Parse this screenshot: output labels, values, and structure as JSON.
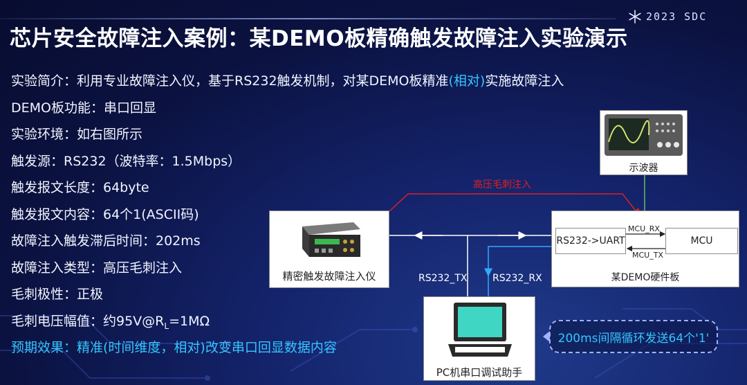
{
  "brand": {
    "text": "2023 SDC"
  },
  "title": "芯片安全故障注入案例：某DEMO板精确触发故障注入实验演示",
  "info": [
    {
      "pre": "实验简介：利用专业故障注入仪，基于RS232触发机制，对某DEMO板精准",
      "hl": "(相对)",
      "post": "实施故障注入"
    },
    {
      "text": "DEMO板功能：串口回显"
    },
    {
      "text": "实验环境：如右图所示"
    },
    {
      "text": "触发源：RS232（波特率：1.5Mbps）"
    },
    {
      "text": "触发报文长度：64byte"
    },
    {
      "text": "触发报文内容：64个1(ASCII码)"
    },
    {
      "text": "故障注入触发滞后时间：202ms"
    },
    {
      "text": "故障注入类型：高压毛刺注入"
    },
    {
      "text": "毛刺极性：正极"
    },
    {
      "pre": "毛刺电压幅值：约95V@R",
      "sub": "L",
      "post": "=1MΩ"
    },
    {
      "text": "预期效果：精准(时间维度，相对)改变串口回显数据内容"
    }
  ],
  "diagram": {
    "injector_label": "精密触发故障注入仪",
    "oscilloscope_label": "示波器",
    "glitch_label": "高压毛刺注入",
    "rs232_uart_label": "RS232->UART",
    "mcu_label": "MCU",
    "mcu_rx_label": "MCU_RX",
    "mcu_tx_label": "MCU_TX",
    "board_label": "某DEMO硬件板",
    "rs232_tx_label": "RS232_TX",
    "rs232_rx_label": "RS232_RX",
    "pc_label": "PC机串口调试助手",
    "callout": "200ms间隔循环发送64个'1'"
  },
  "colors": {
    "accent": "#35c6ff",
    "glitch": "#e02020",
    "screen": "#40d6c4"
  }
}
